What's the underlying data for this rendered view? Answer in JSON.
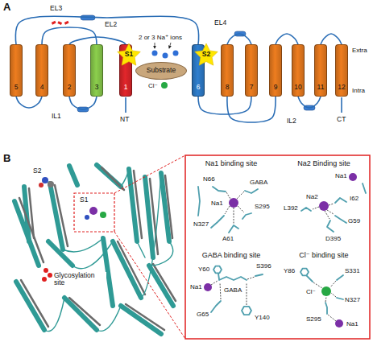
{
  "diagram": {
    "nodes": [
      {
        "text": [
          "5"
        ]
      },
      {
        "text": [
          "4"
        ]
      },
      {
        "text": [
          "2"
        ]
      },
      {
        "text": [
          "3"
        ]
      },
      {
        "text": [
          "1"
        ]
      },
      {
        "text": [
          "Substrate"
        ]
      },
      {
        "text": [
          "S1"
        ]
      },
      {
        "text": [
          "6"
        ]
      },
      {
        "text": [
          "S2"
        ]
      },
      {
        "text": [
          "8"
        ]
      },
      {
        "text": [
          "7"
        ]
      },
      {
        "text": [
          "9"
        ]
      },
      {
        "text": [
          "10"
        ]
      },
      {
        "text": [
          "11"
        ]
      },
      {
        "text": [
          "12"
        ]
      }
    ],
    "edges": [
      {
        "from": 4,
        "to": 2,
        "arrow": "none"
      },
      {
        "from": 2,
        "to": 3,
        "arrow": "none"
      },
      {
        "from": 3,
        "to": 1,
        "arrow": "none"
      },
      {
        "from": 1,
        "to": 0,
        "arrow": "none"
      },
      {
        "from": 0,
        "to": 7,
        "arrow": "none"
      },
      {
        "from": 7,
        "to": 10,
        "arrow": "none"
      },
      {
        "from": 10,
        "to": 9,
        "arrow": "none"
      },
      {
        "from": 9,
        "to": 11,
        "arrow": "none"
      },
      {
        "from": 11,
        "to": 12,
        "arrow": "none"
      },
      {
        "from": 12,
        "to": 13,
        "arrow": "none"
      },
      {
        "from": 13,
        "to": 14,
        "arrow": "none"
      }
    ],
    "labels": [
      "A",
      "EL3",
      "EL2",
      "EL4",
      "2 or 3 Na⁺ ions",
      "Cl⁻",
      "Extra",
      "Intra",
      "IL1",
      "IL2",
      "NT",
      "CT",
      "B",
      "S2",
      "S1",
      "Glycosylation site",
      "Na1 binding site",
      "Na2 Binding site",
      "GABA binding site",
      "Cl⁻ binding site",
      "N66",
      "GABA",
      "S295",
      "Na1",
      "N327",
      "A61",
      "Na1",
      "I62",
      "L392",
      "Na2",
      "G59",
      "D395",
      "Y60",
      "S396",
      "Na1",
      "GABA",
      "G65",
      "Y140",
      "Y86",
      "S331",
      "Cl⁻",
      "N327",
      "S295",
      "Na1"
    ]
  }
}
